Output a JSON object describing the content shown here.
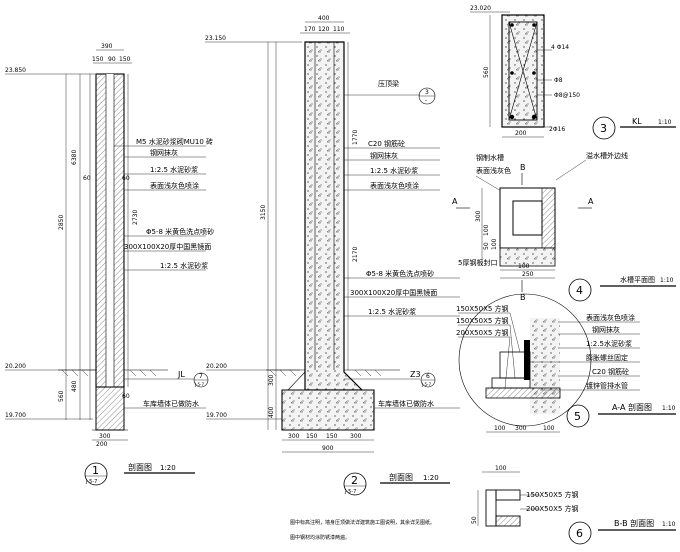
{
  "drawing": {
    "notes": [
      "图中标高注明，墙身压顶做法详建筑施工图说明，其余详见图纸。",
      "图中钢材均涂防锈漆两遍。"
    ]
  },
  "section1": {
    "elev_top": "23.850",
    "elev_ground": "20.200",
    "elev_bottom": "19.700",
    "dim_top": [
      "390",
      "150",
      "90",
      "150"
    ],
    "dim_bottom": [
      "300",
      "200"
    ],
    "dim_left": [
      "6380",
      "2850",
      "560",
      "480"
    ],
    "dim_inner": [
      "60",
      "60",
      "2730",
      "60"
    ],
    "labels": [
      "M5 水泥砂浆砌MU10 砖",
      "钢网抹灰",
      "1:2.5 水泥砂浆",
      "表面浅灰色喷涂",
      "Φ5-8 米黄色洗点喷砂",
      "300X100X20厚中国黑镜面",
      "1:2.5 水泥砂浆",
      "车库墙体已做防水"
    ],
    "beam_tag": "JL",
    "beam_ref": "7",
    "beam_sheet": "J-5-7",
    "circle_no": "1",
    "circle_sheet": "J-5-7",
    "title": "剖面图",
    "scale": "1:20"
  },
  "section2": {
    "elev_top": "23.150",
    "elev_ground": "20.200",
    "elev_bottom": "19.700",
    "dim_top": [
      "400",
      "170",
      "120",
      "110"
    ],
    "dim_bottom": [
      "300",
      "150",
      "150",
      "300"
    ],
    "dim_total": "900",
    "dim_left": [
      "3150",
      "300",
      "400"
    ],
    "dim_right": [
      "1770",
      "2170"
    ],
    "cap_ref_label": "压顶梁",
    "cap_ref_no": "3",
    "cap_ref_sheet": "-",
    "labels": [
      "C20 钢筋砼",
      "钢网抹灰",
      "1:2.5 水泥砂浆",
      "表面浅灰色喷涂",
      "Φ5-8 米黄色洗点喷砂",
      "300X100X20厚中国黑镜面",
      "1:2.5 水泥砂浆",
      "车库墙体已做防水"
    ],
    "beam_tag": "Z3",
    "beam_ref": "6",
    "beam_sheet": "J-5-7",
    "circle_no": "2",
    "circle_sheet": "J-5-7",
    "title": "剖面图",
    "scale": "1:20"
  },
  "detail3": {
    "elev": "23.020",
    "dim_h": "560",
    "dim_w": "200",
    "rebar": [
      "4 Φ14",
      "Φ8",
      "Φ8@150",
      "2Φ16"
    ],
    "circle_no": "3",
    "tag": "KL",
    "scale": "1:10"
  },
  "detail4": {
    "labels": [
      "钢制水槽",
      "表面浅灰色",
      "溢水槽外边线",
      "5厚钢板封口"
    ],
    "mark_a": "A",
    "mark_b": "B",
    "dims_left": [
      "300",
      "100",
      "50",
      "100"
    ],
    "dim_w": "250",
    "dim_w2": "100",
    "circle_no": "4",
    "title": "水槽平面图",
    "scale": "1:10"
  },
  "detail5": {
    "members": [
      "150X50X5 方钢",
      "150X50X5 方钢",
      "200X50X5 方钢"
    ],
    "labels": [
      "表面浅灰色喷涂",
      "钢网抹灰",
      "1:2.5水泥砂浆",
      "膨胀螺丝固定",
      "C20 钢筋砼",
      "镀锌管排水管"
    ],
    "dims": [
      "100",
      "300",
      "100"
    ],
    "circle_no": "5",
    "title": "A-A 剖面图",
    "scale": "1:10"
  },
  "detail6": {
    "members": [
      "150X50X5 方钢",
      "200X50X5 方钢"
    ],
    "dims": [
      "100",
      "50"
    ],
    "circle_no": "6",
    "title": "B-B 剖面图",
    "scale": "1:10"
  }
}
